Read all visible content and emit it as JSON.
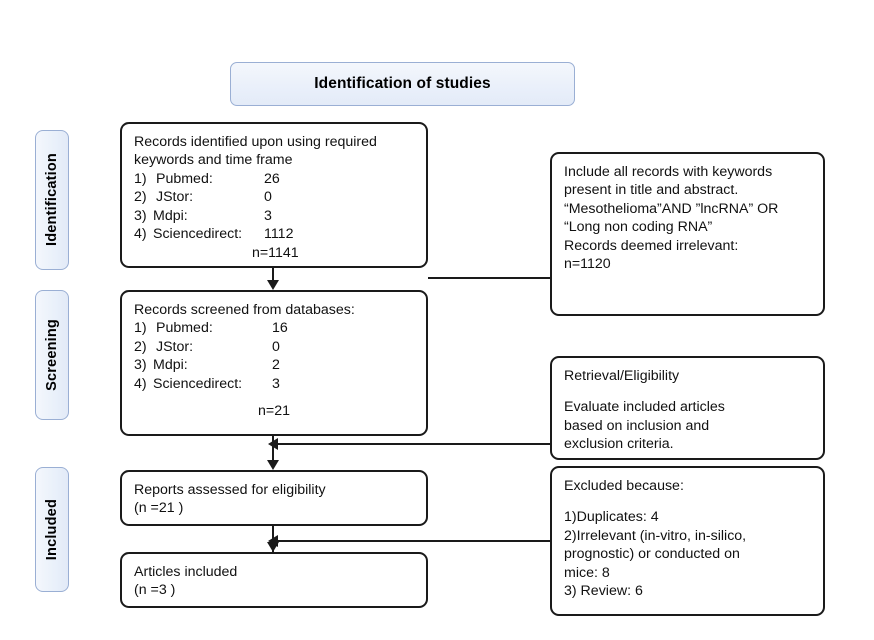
{
  "banner": {
    "title": "Identification of studies"
  },
  "sidebar": {
    "tabs": [
      {
        "label": "Identification"
      },
      {
        "label": "Screening"
      },
      {
        "label": "Included"
      }
    ]
  },
  "flow": {
    "identified": {
      "heading_line1": "Records identified upon using required",
      "heading_line2": "keywords and time frame",
      "sources": [
        {
          "num": "1)",
          "name": "Pubmed:",
          "count": "26"
        },
        {
          "num": "2)",
          "name": "JStor:",
          "count": "0"
        },
        {
          "num": "3)",
          "name": "Mdpi:",
          "count": "3"
        },
        {
          "num": "4)",
          "name": "Sciencedirect:",
          "count": "1112"
        }
      ],
      "total": "n=1141"
    },
    "screened": {
      "heading": "Records screened from databases:",
      "sources": [
        {
          "num": "1)",
          "name": "Pubmed:",
          "count": "16"
        },
        {
          "num": "2)",
          "name": "JStor:",
          "count": "0"
        },
        {
          "num": "3)",
          "name": "Mdpi:",
          "count": "2"
        },
        {
          "num": "4)",
          "name": "Sciencedirect:",
          "count": "3"
        }
      ],
      "total": "n=21"
    },
    "reports": {
      "line1": "Reports assessed for eligibility",
      "line2": "(n =21 )"
    },
    "articles": {
      "line1": "Articles included",
      "line2": "(n =3 )"
    },
    "include_criteria": {
      "line1": "Include all records with keywords",
      "line2": "present in title and abstract.",
      "line3": "“Mesothelioma”AND ”lncRNA” OR",
      "line4": "“Long non coding RNA”",
      "line5": "Records deemed irrelevant:",
      "line6": "n=1120"
    },
    "retrieval": {
      "heading": "Retrieval/Eligibility",
      "line1": "Evaluate included articles",
      "line2": "based on inclusion and",
      "line3": "exclusion criteria."
    },
    "excluded": {
      "heading": "Excluded because:",
      "line1": "1)Duplicates: 4",
      "line2": "2)Irrelevant (in-vitro, in-silico,",
      "line3": "prognostic) or conducted on",
      "line4": "mice: 8",
      "line5": "3) Review: 6"
    }
  },
  "colors": {
    "banner_border": "#9aafd4",
    "banner_fill": "#eaf0fa",
    "box_border": "#1a1a1a",
    "box_fill": "#ffffff",
    "connector": "#1a1a1a",
    "page_background": "#ffffff"
  }
}
